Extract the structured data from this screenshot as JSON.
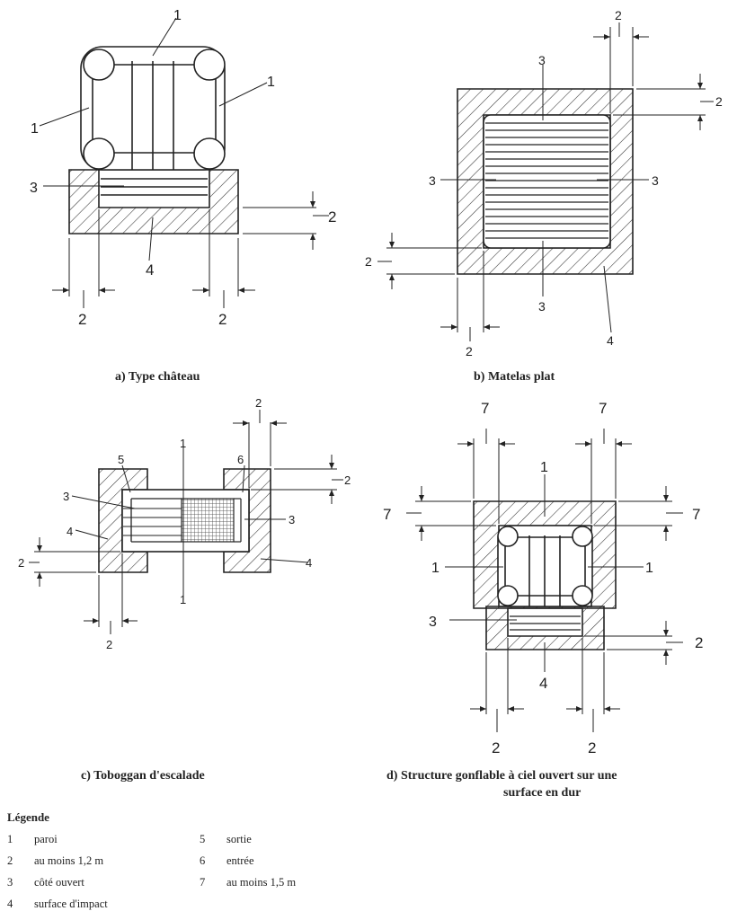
{
  "panels": {
    "a": {
      "caption": "a)   Type château"
    },
    "b": {
      "caption": "b)   Matelas plat"
    },
    "c": {
      "caption": "c)   Toboggan d'escalade"
    },
    "d": {
      "caption_line1": "d)   Structure gonflable à ciel ouvert sur une",
      "caption_line2": "surface en dur"
    }
  },
  "callouts": {
    "n1": "1",
    "n2": "2",
    "n3": "3",
    "n4": "4",
    "n5": "5",
    "n6": "6",
    "n7": "7"
  },
  "legend": {
    "title": "Légende",
    "items": [
      {
        "num": "1",
        "text": "paroi"
      },
      {
        "num": "2",
        "text": "au moins 1,2 m"
      },
      {
        "num": "3",
        "text": "côté ouvert"
      },
      {
        "num": "4",
        "text": "surface d'impact"
      },
      {
        "num": "5",
        "text": "sortie"
      },
      {
        "num": "6",
        "text": "entrée"
      },
      {
        "num": "7",
        "text": "au moins 1,5 m"
      }
    ]
  }
}
